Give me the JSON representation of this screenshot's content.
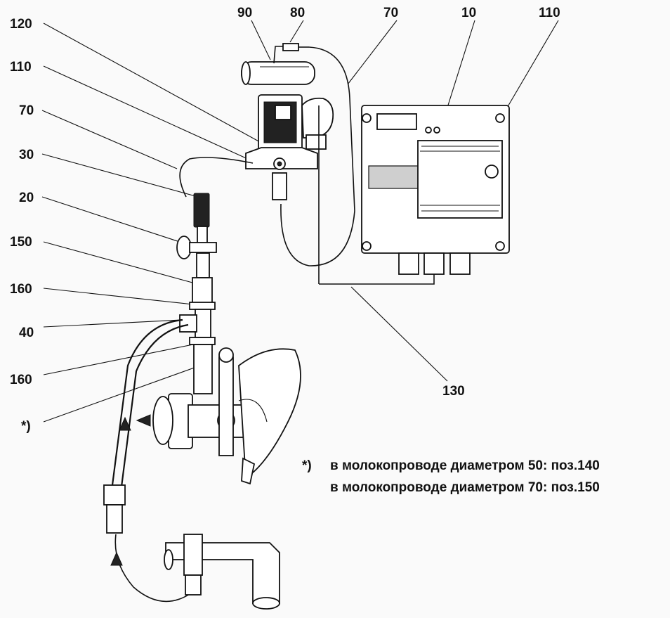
{
  "callouts": {
    "c90": "90",
    "c80": "80",
    "c70_top": "70",
    "c10": "10",
    "c110_right": "110",
    "c120": "120",
    "c110_left": "110",
    "c70_left": "70",
    "c30": "30",
    "c20": "20",
    "c150": "150",
    "c160_top": "160",
    "c40": "40",
    "c160_bottom": "160",
    "c_star": "*)",
    "c130": "130"
  },
  "note": {
    "marker": "*)",
    "line1": "в молокопроводе диаметром 50: поз.140",
    "line2": "в молокопроводе диаметром 70: поз.150"
  }
}
